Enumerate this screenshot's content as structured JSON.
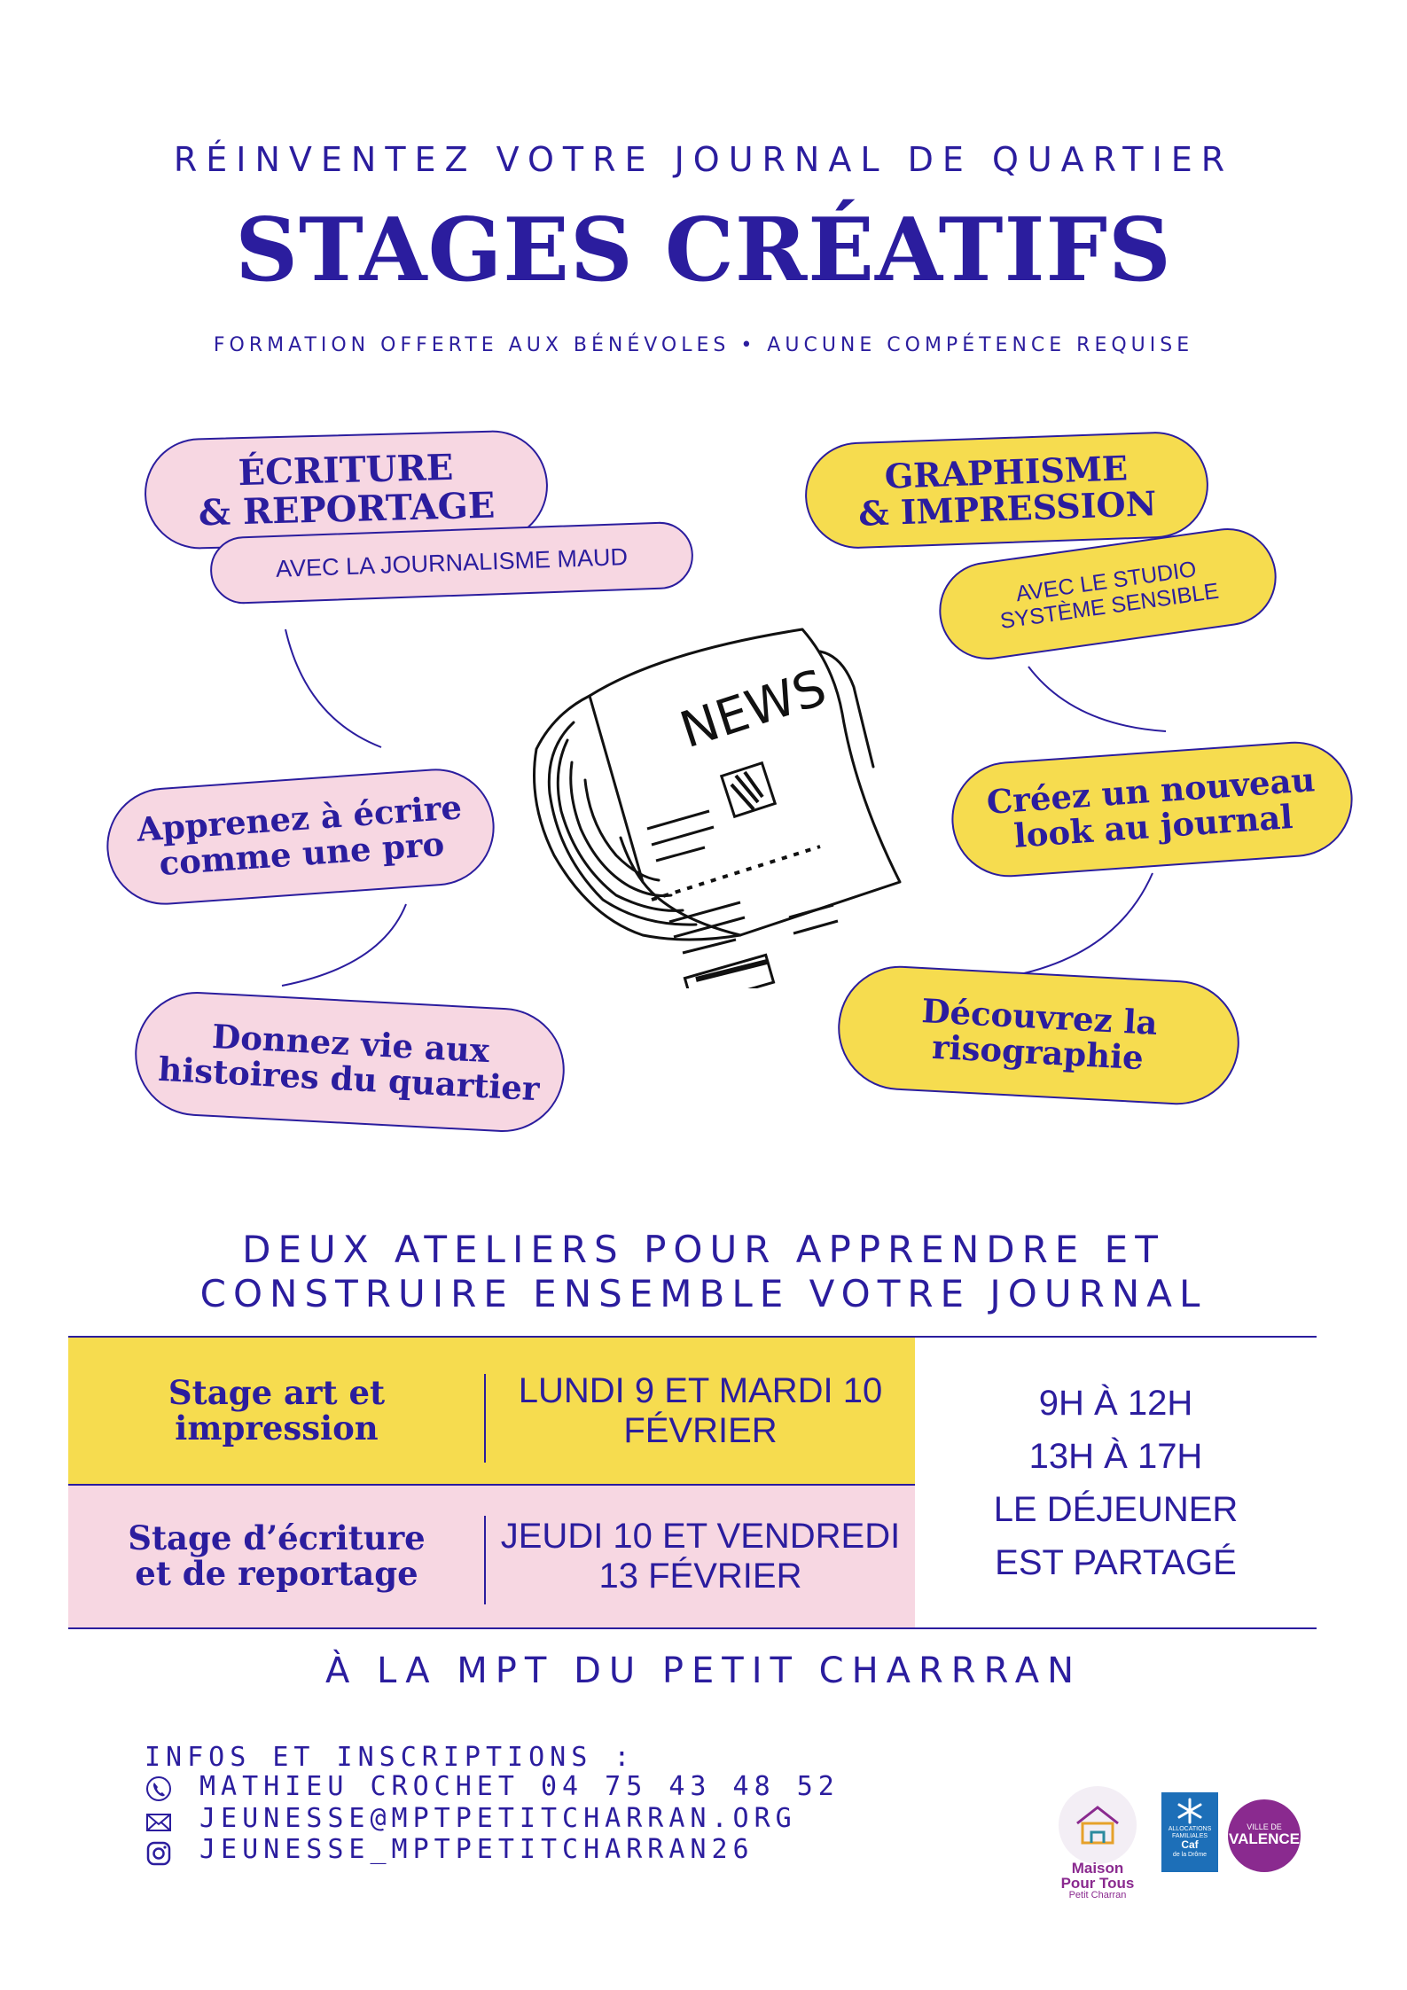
{
  "header": {
    "subtitle": "RÉINVENTEZ VOTRE JOURNAL DE QUARTIER",
    "title": "STAGES CRÉATIFS",
    "tagline": "FORMATION OFFERTE AUX BÉNÉVOLES • AUCUNE COMPÉTENCE REQUISE"
  },
  "left": {
    "heading_line1": "ÉCRITURE",
    "heading_line2": "& REPORTAGE",
    "with": "AVEC LA JOURNALISME MAUD",
    "benefit1_line1": "Apprenez à écrire",
    "benefit1_line2": "comme une pro",
    "benefit2_line1": "Donnez vie aux",
    "benefit2_line2": "histoires du quartier"
  },
  "right": {
    "heading_line1": "GRAPHISME",
    "heading_line2": "& IMPRESSION",
    "with_line1": "AVEC LE STUDIO",
    "with_line2": "SYSTÈME SENSIBLE",
    "benefit1_line1": "Créez un nouveau",
    "benefit1_line2": "look au journal",
    "benefit2_line1": "Découvrez la",
    "benefit2_line2": "risographie"
  },
  "illustration": {
    "label": "NEWS"
  },
  "schedule": {
    "heading_line1": "DEUX ATELIERS POUR APPRENDRE ET",
    "heading_line2": "CONSTRUIRE ENSEMBLE VOTRE JOURNAL",
    "row1_name_line1": "Stage art et",
    "row1_name_line2": "impression",
    "row1_date_line1": "LUNDI 9 ET MARDI 10",
    "row1_date_line2": "FÉVRIER",
    "row2_name_line1": "Stage d’écriture",
    "row2_name_line2": "et de reportage",
    "row2_date_line1": "JEUDI 10 ET VENDREDI",
    "row2_date_line2": "13 FÉVRIER",
    "hours_line1": "9H À 12H",
    "hours_line2": "13H À 17H",
    "hours_line3": "LE DÉJEUNER",
    "hours_line4": "EST PARTAGÉ"
  },
  "location": "À LA MPT DU PETIT CHARRRAN",
  "contact": {
    "heading": "INFOS ET INSCRIPTIONS :",
    "phone": "MATHIEU CROCHET 04 75 43 48 52",
    "email": "JEUNESSE@MPTPETITCHARRAN.ORG",
    "instagram": "JEUNESSE_MPTPETITCHARRAN26",
    "icons": [
      "phone-icon",
      "mail-icon",
      "instagram-icon"
    ]
  },
  "logos": {
    "mpt_line1": "Maison",
    "mpt_line2": "Pour Tous",
    "mpt_line3": "Petit Charran",
    "caf_line1": "ALLOCATIONS",
    "caf_line2": "FAMILIALES",
    "caf_line3": "Caf",
    "caf_line4": "de la Drôme",
    "valence_small": "VILLE DE",
    "valence_big": "VALENCE"
  },
  "colors": {
    "ink": "#2b1d9e",
    "pink": "#f7d7e2",
    "yellow": "#f6dc4f",
    "valence_purple": "#8a2a8f",
    "caf_blue": "#1d6fb8"
  }
}
